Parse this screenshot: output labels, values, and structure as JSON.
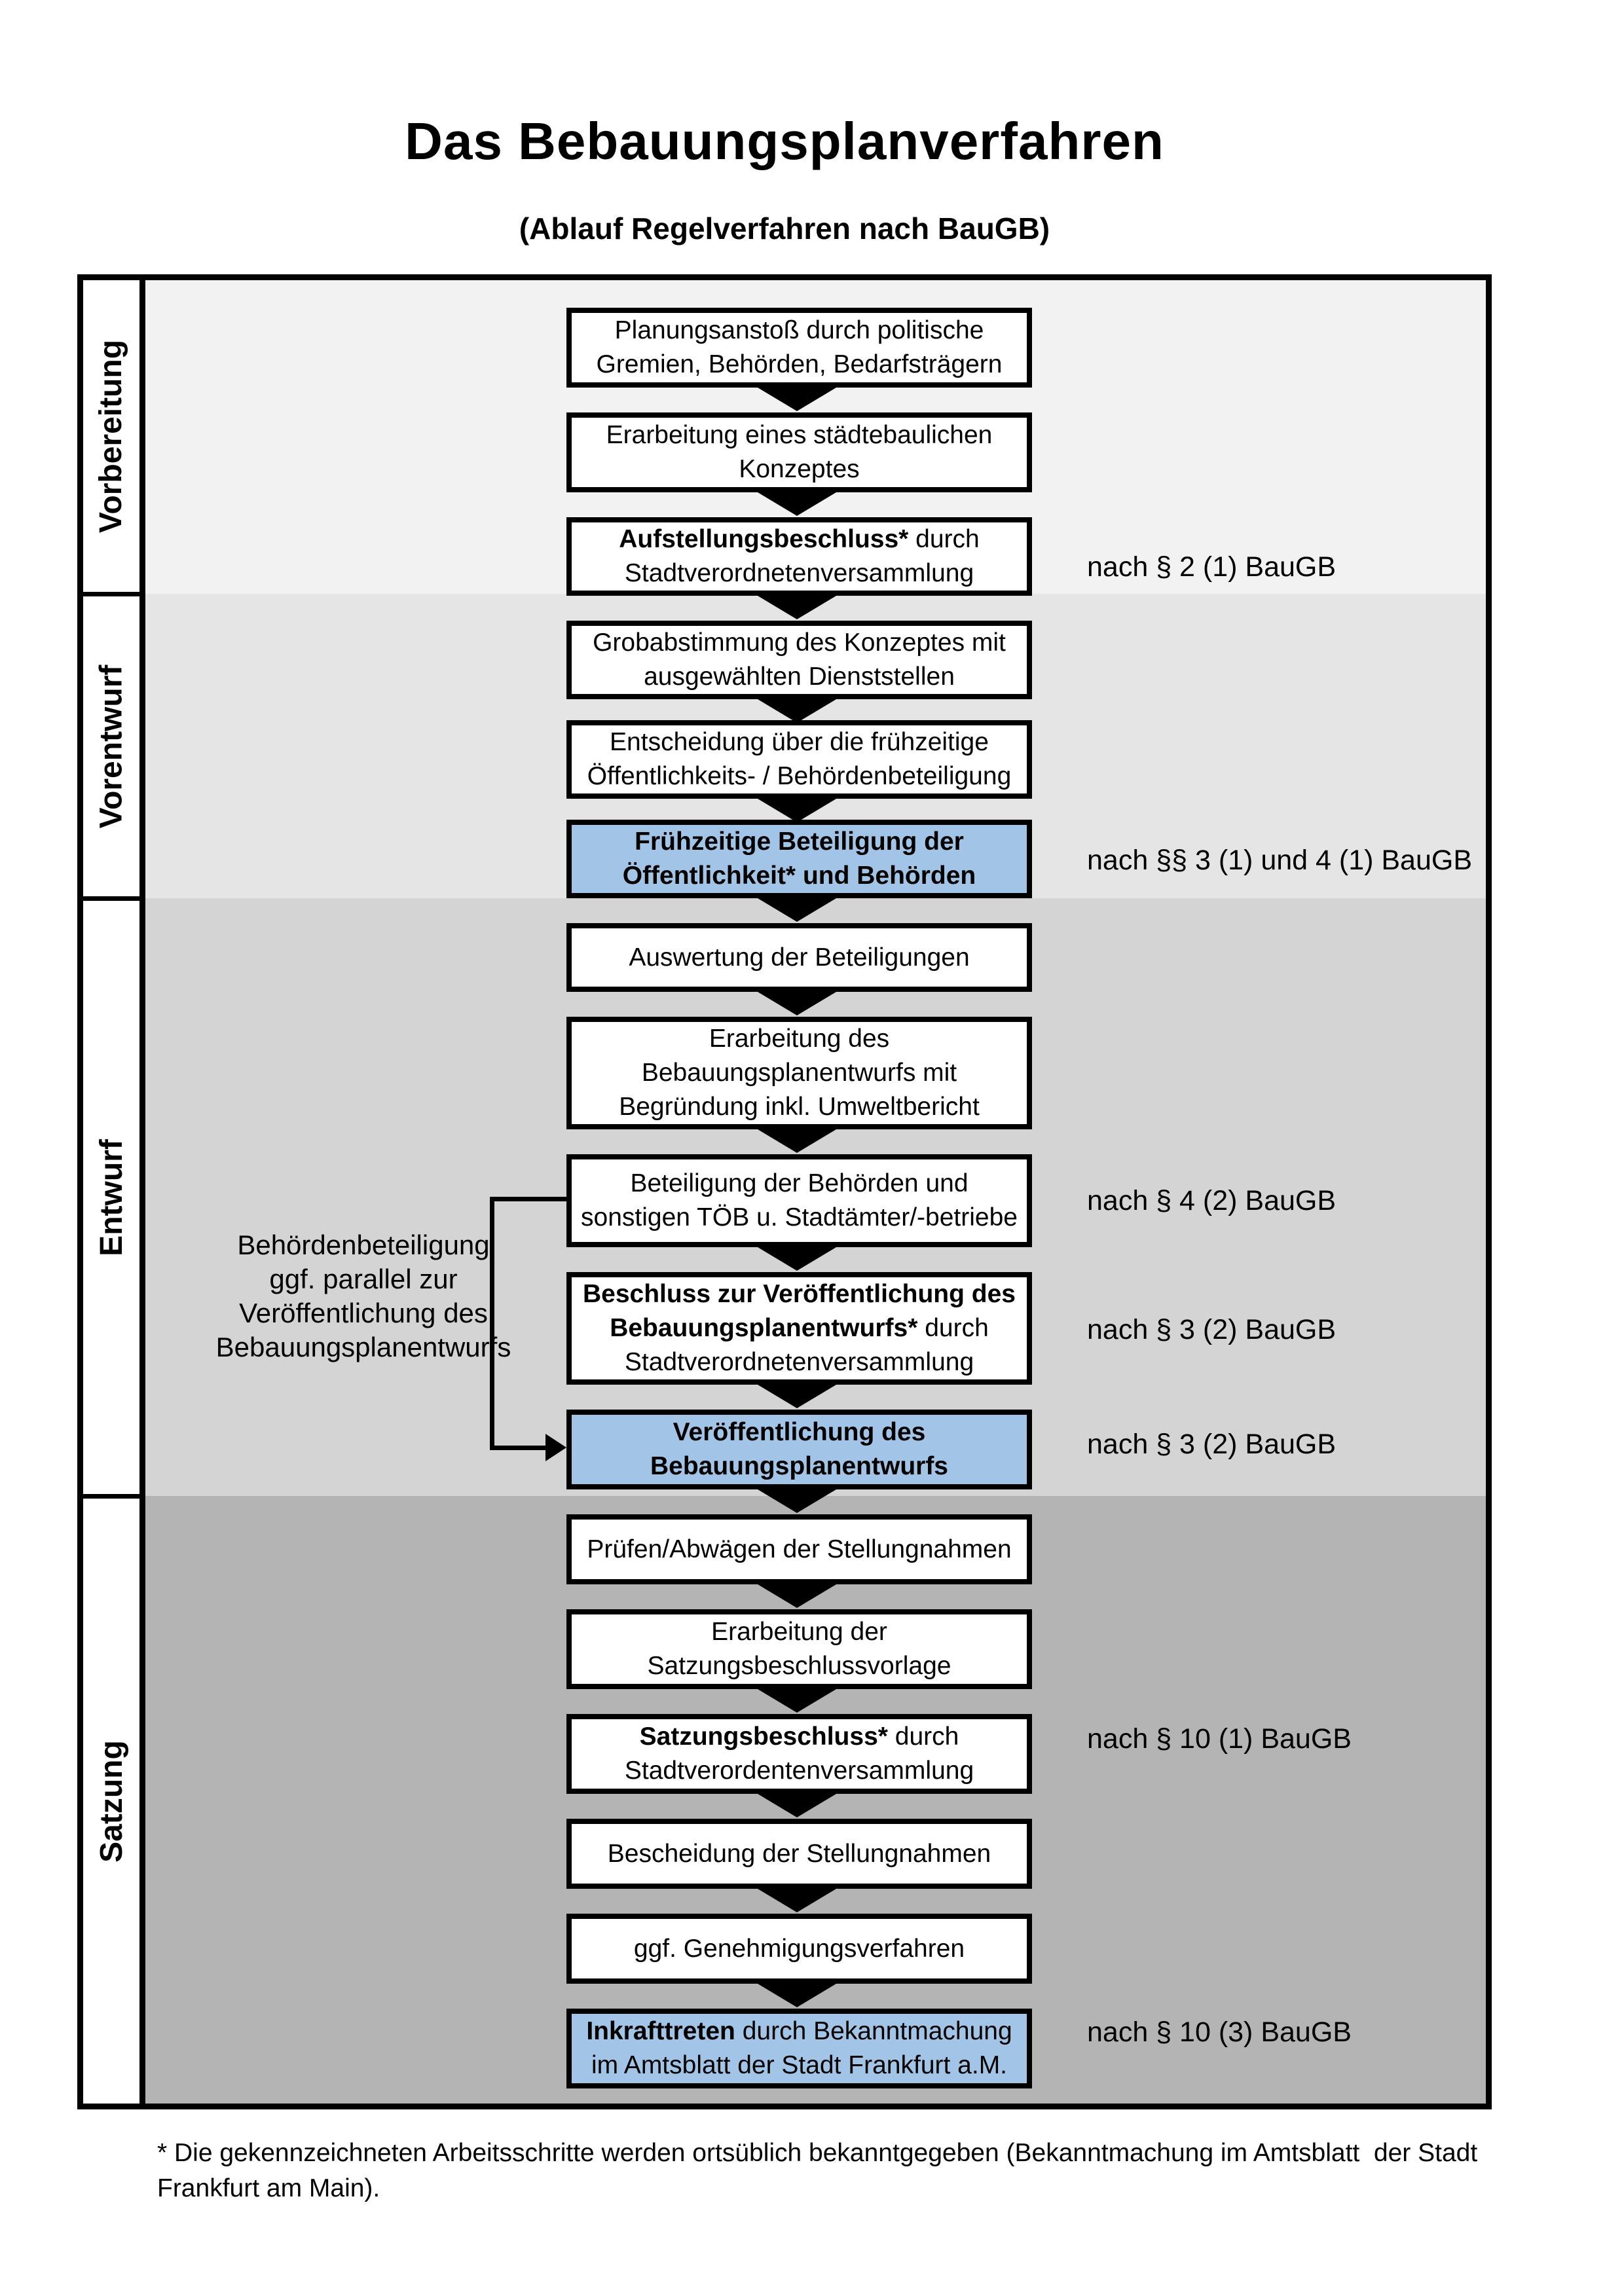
{
  "title": "Das Bebauungsplanverfahren",
  "subtitle": "(Ablauf Regelverfahren nach BauGB)",
  "colors": {
    "highlight": "#a2c4e6",
    "band_vorbereitung": "#f2f2f2",
    "band_vorentwurf": "#e5e5e5",
    "band_entwurf": "#d4d4d4",
    "band_satzung": "#b4b4b4"
  },
  "phases": [
    {
      "label": "Vorbereitung"
    },
    {
      "label": "Vorentwurf"
    },
    {
      "label": "Entwurf"
    },
    {
      "label": "Satzung"
    }
  ],
  "steps": [
    {
      "highlight": false,
      "lines": [
        {
          "b": "",
          "n": "Planungsanstoß durch politische"
        },
        {
          "b": "",
          "n": "Gremien, Behörden, Bedarfsträgern"
        }
      ]
    },
    {
      "highlight": false,
      "lines": [
        {
          "b": "",
          "n": "Erarbeitung eines städtebaulichen"
        },
        {
          "b": "",
          "n": "Konzeptes"
        }
      ]
    },
    {
      "highlight": false,
      "lines": [
        {
          "b": "Aufstellungsbeschluss*",
          "n": " durch"
        },
        {
          "b": "",
          "n": "Stadtverordnetenversammlung"
        }
      ]
    },
    {
      "highlight": false,
      "lines": [
        {
          "b": "",
          "n": "Grobabstimmung des Konzeptes mit"
        },
        {
          "b": "",
          "n": "ausgewählten Dienststellen"
        }
      ]
    },
    {
      "highlight": false,
      "lines": [
        {
          "b": "",
          "n": "Entscheidung über die frühzeitige"
        },
        {
          "b": "",
          "n": "Öffentlichkeits- / Behördenbeteiligung"
        }
      ]
    },
    {
      "highlight": true,
      "lines": [
        {
          "b": "Frühzeitige Beteiligung der",
          "n": ""
        },
        {
          "b": "Öffentlichkeit* und Behörden",
          "n": ""
        }
      ]
    },
    {
      "highlight": false,
      "lines": [
        {
          "b": "",
          "n": "Auswertung der Beteiligungen"
        }
      ]
    },
    {
      "highlight": false,
      "lines": [
        {
          "b": "",
          "n": "Erarbeitung des"
        },
        {
          "b": "",
          "n": "Bebauungsplanentwurfs mit"
        },
        {
          "b": "",
          "n": "Begründung inkl. Umweltbericht"
        }
      ]
    },
    {
      "highlight": false,
      "lines": [
        {
          "b": "",
          "n": "Beteiligung der Behörden und"
        },
        {
          "b": "",
          "n": "sonstigen TÖB u. Stadtämter/-betriebe"
        }
      ]
    },
    {
      "highlight": false,
      "lines": [
        {
          "b": "Beschluss zur Veröffentlichung des",
          "n": ""
        },
        {
          "b": "Bebauungsplanentwurfs*",
          "n": " durch"
        },
        {
          "b": "",
          "n": "Stadtverordnetenversammlung"
        }
      ]
    },
    {
      "highlight": true,
      "lines": [
        {
          "b": "Veröffentlichung des",
          "n": ""
        },
        {
          "b": "Bebauungsplanentwurfs",
          "n": ""
        }
      ]
    },
    {
      "highlight": false,
      "lines": [
        {
          "b": "",
          "n": "Prüfen/Abwägen der Stellungnahmen"
        }
      ]
    },
    {
      "highlight": false,
      "lines": [
        {
          "b": "",
          "n": "Erarbeitung der"
        },
        {
          "b": "",
          "n": "Satzungsbeschlussvorlage"
        }
      ]
    },
    {
      "highlight": false,
      "lines": [
        {
          "b": "Satzungsbeschluss*",
          "n": " durch"
        },
        {
          "b": "",
          "n": "Stadtverordentenversammlung"
        }
      ]
    },
    {
      "highlight": false,
      "lines": [
        {
          "b": "",
          "n": "Bescheidung der Stellungnahmen"
        }
      ]
    },
    {
      "highlight": false,
      "lines": [
        {
          "b": "",
          "n": "ggf. Genehmigungsverfahren"
        }
      ]
    },
    {
      "highlight": true,
      "lines": [
        {
          "b": "Inkrafttreten",
          "n": " durch Bekanntmachung"
        },
        {
          "b": "",
          "n": "im Amtsblatt der Stadt Frankfurt a.M."
        }
      ]
    }
  ],
  "annotations": [
    {
      "text": "nach § 2 (1) BauGB"
    },
    {
      "text": "nach §§ 3 (1) und 4 (1) BauGB"
    },
    {
      "text": "nach § 4 (2) BauGB"
    },
    {
      "text": "nach § 3 (2) BauGB"
    },
    {
      "text": "nach § 3 (2) BauGB"
    },
    {
      "text": "nach § 10 (1) BauGB"
    },
    {
      "text": "nach § 10 (3) BauGB"
    }
  ],
  "side_note": {
    "lines": [
      "Behördenbeteiligung",
      "ggf. parallel zur",
      "Veröffentlichung des",
      "Bebauungsplanentwurfs"
    ]
  },
  "footnote": {
    "line1": "* Die gekennzeichneten Arbeitsschritte werden ortsüblich bekanntgegeben (Bekanntmachung im Amtsblatt  der Stadt",
    "line2": "Frankfurt am Main)."
  }
}
